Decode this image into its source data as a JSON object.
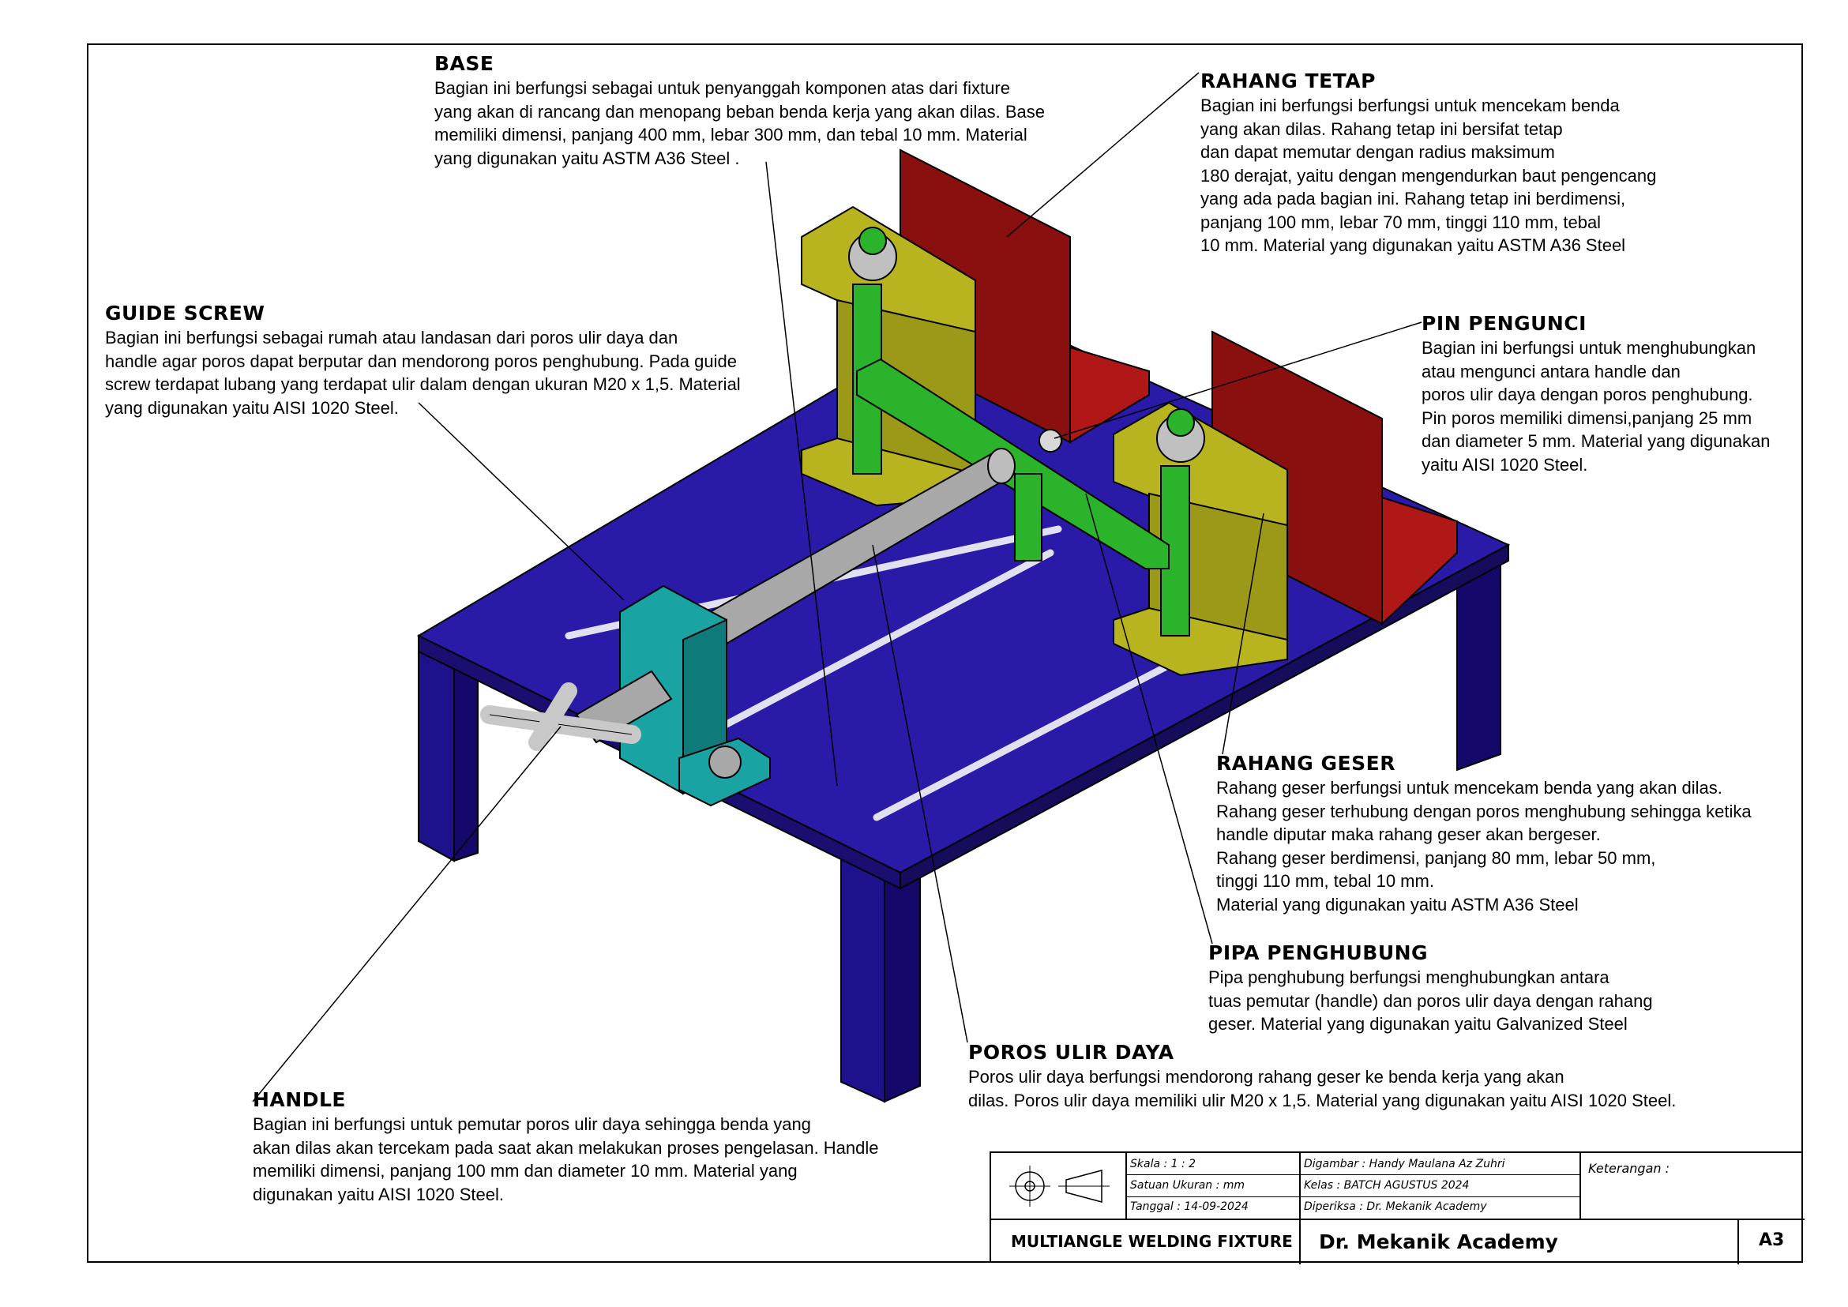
{
  "notes": {
    "base": {
      "title": "BASE",
      "body": "Bagian ini berfungsi sebagai untuk penyanggah komponen atas dari fixture\nyang akan di rancang dan menopang beban benda kerja yang akan dilas. Base\nmemiliki dimensi, panjang 400 mm, lebar 300 mm, dan tebal 10 mm. Material\nyang digunakan yaitu ASTM A36 Steel ."
    },
    "rahang_tetap": {
      "title": "RAHANG TETAP",
      "body": "Bagian ini berfungsi berfungsi untuk mencekam benda\nyang akan dilas. Rahang tetap ini bersifat tetap\ndan dapat memutar dengan radius  maksimum\n180 derajat, yaitu dengan mengendurkan baut pengencang\nyang ada pada bagian ini. Rahang tetap ini berdimensi,\npanjang 100 mm, lebar 70 mm, tinggi 110 mm, tebal\n10 mm. Material yang digunakan yaitu ASTM A36 Steel"
    },
    "guide_screw": {
      "title": "GUIDE SCREW",
      "body": "Bagian ini berfungsi sebagai rumah atau landasan dari poros ulir daya dan\nhandle agar poros dapat berputar dan mendorong poros penghubung. Pada guide\nscrew terdapat lubang yang terdapat ulir dalam dengan ukuran M20 x 1,5. Material\nyang digunakan yaitu AISI 1020 Steel."
    },
    "pin_pengunci": {
      "title": "PIN PENGUNCI",
      "body": "Bagian ini berfungsi untuk menghubungkan\natau mengunci antara handle dan\nporos ulir daya dengan poros penghubung.\nPin poros memiliki dimensi,panjang 25 mm\ndan diameter 5 mm. Material yang digunakan\nyaitu AISI 1020 Steel."
    },
    "rahang_geser": {
      "title": "RAHANG GESER",
      "body": " Rahang geser berfungsi untuk mencekam benda yang akan dilas.\nRahang geser terhubung dengan poros menghubung sehingga ketika\nhandle diputar maka rahang geser akan bergeser.\nRahang geser berdimensi, panjang 80 mm, lebar 50 mm,\ntinggi 110 mm, tebal 10 mm.\nMaterial yang digunakan yaitu ASTM A36 Steel"
    },
    "pipa_penghubung": {
      "title": "PIPA PENGHUBUNG",
      "body": "Pipa penghubung berfungsi menghubungkan antara\ntuas pemutar (handle) dan poros ulir daya dengan rahang\ngeser. Material yang digunakan yaitu Galvanized Steel"
    },
    "poros_ulir_daya": {
      "title": "POROS ULIR DAYA",
      "body": "Poros ulir daya berfungsi mendorong rahang geser ke benda kerja yang akan\ndilas. Poros ulir daya memiliki ulir M20 x 1,5. Material yang digunakan yaitu AISI 1020 Steel."
    },
    "handle": {
      "title": "HANDLE",
      "body": "Bagian ini berfungsi untuk pemutar poros ulir daya sehingga benda yang\nakan dilas akan tercekam pada saat akan melakukan proses pengelasan. Handle\nmemiliki dimensi, panjang 100 mm dan diameter 10 mm. Material yang\ndigunakan yaitu AISI 1020 Steel."
    }
  },
  "title_block": {
    "skala": "Skala :  1 : 2",
    "satuan": "Satuan Ukuran :  mm",
    "tanggal": "Tanggal : 14-09-2024",
    "digambar": "Digambar :  Handy Maulana Az Zuhri",
    "kelas": "Kelas :  BATCH AGUSTUS 2024",
    "diperiksa": "Diperiksa :  Dr. Mekanik Academy",
    "keterangan": "Keterangan :",
    "drawing_title": "MULTIANGLE WELDING FIXTURE",
    "company": "Dr. Mekanik Academy",
    "sheet_size": "A3"
  },
  "colors": {
    "base": "#2a1aa8",
    "base_dark": "#1a0f70",
    "jaw_fixed": "#b01818",
    "jaw_yellow": "#b8b420",
    "pipe_green": "#2bb32b",
    "guide_teal": "#1aa3a3",
    "screw_grey": "#a8a8a8"
  }
}
